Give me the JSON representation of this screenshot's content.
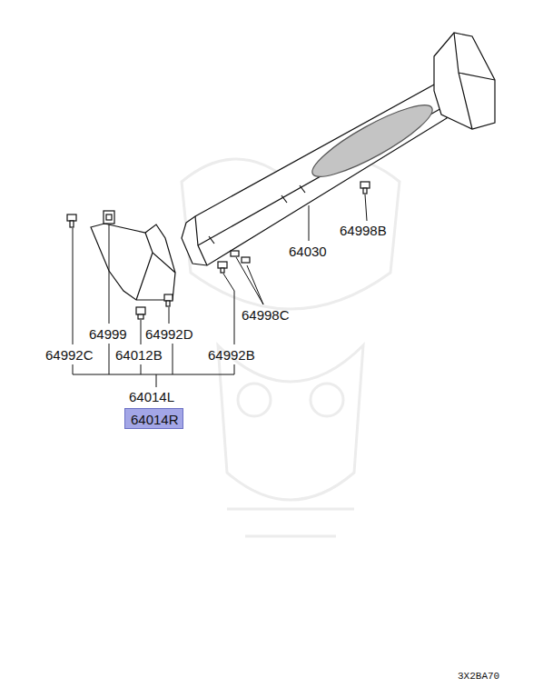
{
  "diagram": {
    "nodes": [
      {
        "text": [
          "64014R"
        ]
      }
    ],
    "edges": [],
    "labels": [
      "64998B",
      "64030",
      "64998C",
      "64999",
      "64992D",
      "64992C",
      "64012B",
      "64992B",
      "64014L",
      "3X2BA70"
    ]
  }
}
